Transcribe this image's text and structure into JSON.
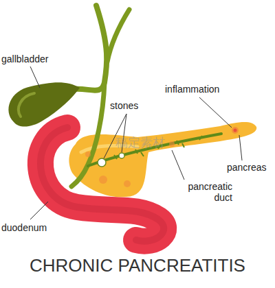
{
  "diagram": {
    "title": "CHRONIC PANCREATITIS",
    "labels": [
      "gallbladder",
      "stones",
      "inflammation",
      "pancreas",
      "pancreatic duct",
      "duodenum",
      "稿定素材"
    ]
  }
}
